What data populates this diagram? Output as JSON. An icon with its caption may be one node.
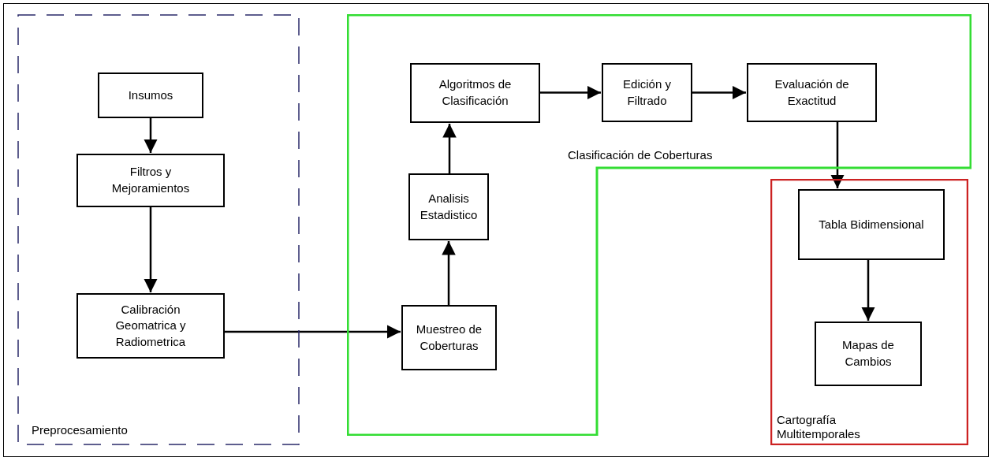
{
  "diagram": {
    "nodes": [
      {
        "text": [
          "Preprocesamiento"
        ]
      },
      {
        "text": [
          "Insumos"
        ],
        "in": 0
      },
      {
        "text": [
          "Filtros y Mejoramientos"
        ],
        "in": 0
      },
      {
        "text": [
          "Calibración Geomatrica y Radiometrica"
        ],
        "in": 0
      },
      {
        "text": [
          "Clasificación de Coberturas"
        ]
      },
      {
        "text": [
          "Algoritmos de Clasificación"
        ],
        "in": 4
      },
      {
        "text": [
          "Edición y Filtrado"
        ],
        "in": 4
      },
      {
        "text": [
          "Evaluación de Exactitud"
        ],
        "in": 4
      },
      {
        "text": [
          "Analisis Estadistico"
        ],
        "in": 4
      },
      {
        "text": [
          "Muestreo de Coberturas"
        ],
        "in": 4
      },
      {
        "text": [
          "Cartografía Multitemporales"
        ]
      },
      {
        "text": [
          "Tabla Bidimensional"
        ],
        "in": 10
      },
      {
        "text": [
          "Mapas de Cambios"
        ],
        "in": 10
      }
    ],
    "edges": [
      {
        "from": 1,
        "to": 2,
        "arrow": "to"
      },
      {
        "from": 2,
        "to": 3,
        "arrow": "to"
      },
      {
        "from": 3,
        "to": 9,
        "arrow": "to"
      },
      {
        "from": 9,
        "to": 8,
        "arrow": "to"
      },
      {
        "from": 8,
        "to": 5,
        "arrow": "to"
      },
      {
        "from": 5,
        "to": 6,
        "arrow": "to"
      },
      {
        "from": 6,
        "to": 7,
        "arrow": "to"
      },
      {
        "from": 7,
        "to": 11,
        "arrow": "to"
      },
      {
        "from": 11,
        "to": 12,
        "arrow": "to"
      }
    ]
  }
}
